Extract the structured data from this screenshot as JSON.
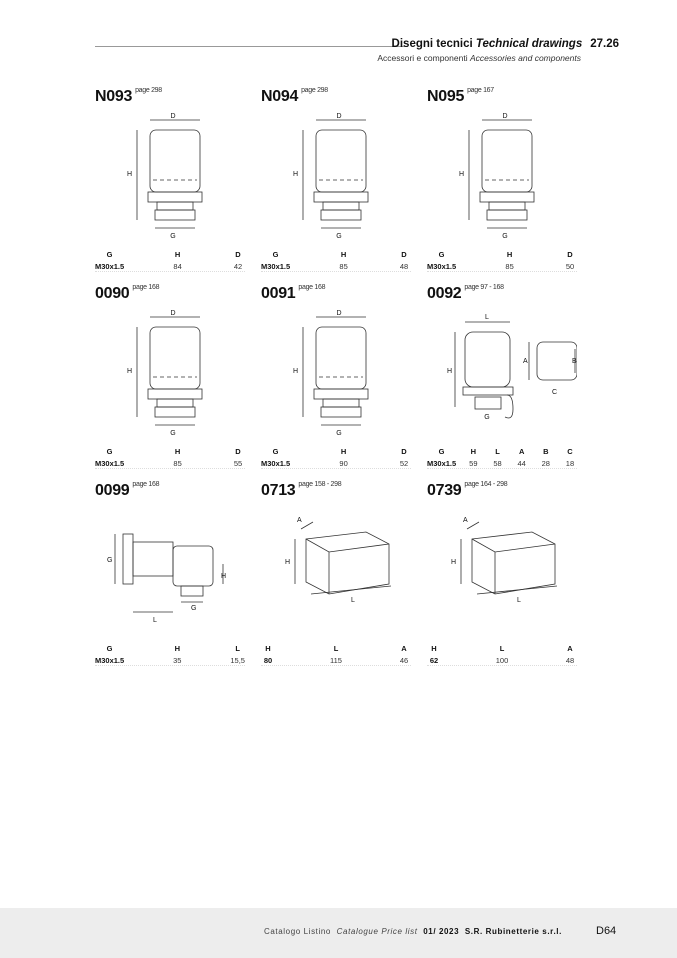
{
  "header": {
    "title_it": "Disegni tecnici",
    "title_en": "Technical drawings",
    "section": "27.26",
    "sub_it": "Accessori e componenti",
    "sub_en": "Accessories and components"
  },
  "products": [
    {
      "code": "N093",
      "page": "page 298",
      "type": "head",
      "cols": [
        [
          "G",
          "M30x1.5"
        ],
        [
          "H",
          "84"
        ],
        [
          "D",
          "42"
        ]
      ]
    },
    {
      "code": "N094",
      "page": "page 298",
      "type": "head",
      "cols": [
        [
          "G",
          "M30x1.5"
        ],
        [
          "H",
          "85"
        ],
        [
          "D",
          "48"
        ]
      ]
    },
    {
      "code": "N095",
      "page": "page 167",
      "type": "head",
      "cols": [
        [
          "G",
          "M30x1.5"
        ],
        [
          "H",
          "85"
        ],
        [
          "D",
          "50"
        ]
      ]
    },
    {
      "code": "0090",
      "page": "page 168",
      "type": "head",
      "cols": [
        [
          "G",
          "M30x1.5"
        ],
        [
          "H",
          "85"
        ],
        [
          "D",
          "55"
        ]
      ]
    },
    {
      "code": "0091",
      "page": "page 168",
      "type": "head",
      "cols": [
        [
          "G",
          "M30x1.5"
        ],
        [
          "H",
          "90"
        ],
        [
          "D",
          "52"
        ]
      ]
    },
    {
      "code": "0092",
      "page": "page 97 - 168",
      "type": "actuator",
      "cols": [
        [
          "G",
          "M30x1.5"
        ],
        [
          "H",
          "59"
        ],
        [
          "L",
          "58"
        ],
        [
          "A",
          "44"
        ],
        [
          "B",
          "28"
        ],
        [
          "C",
          "18"
        ]
      ]
    },
    {
      "code": "0099",
      "page": "page 168",
      "type": "adapter",
      "cols": [
        [
          "G",
          "M30x1.5"
        ],
        [
          "H",
          "35"
        ],
        [
          "L",
          "15,5"
        ]
      ]
    },
    {
      "code": "0713",
      "page": "page 158 - 298",
      "type": "box",
      "cols": [
        [
          "H",
          "80"
        ],
        [
          "L",
          "115"
        ],
        [
          "A",
          "46"
        ]
      ]
    },
    {
      "code": "0739",
      "page": "page 164 - 298",
      "type": "box",
      "cols": [
        [
          "H",
          "62"
        ],
        [
          "L",
          "100"
        ],
        [
          "A",
          "48"
        ]
      ]
    }
  ],
  "footer": {
    "catalog_it": "Catalogo Listino",
    "catalog_en": "Catalogue Price list",
    "date": "01/ 2023",
    "company": "S.R. Rubinetterie s.r.l.",
    "page": "D64"
  }
}
